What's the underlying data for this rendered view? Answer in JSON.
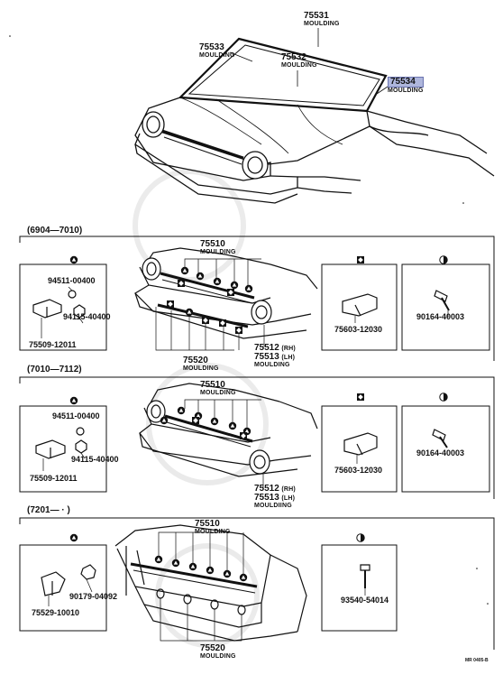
{
  "symbols": {
    "triangle": "triangle-icon",
    "square": "square-icon",
    "half_circle": "half-circle-icon"
  },
  "top": {
    "windshield_top": {
      "number": "75531",
      "name": "MOULDING"
    },
    "windshield_left": {
      "number": "75533",
      "name": "MOULDING"
    },
    "windshield_center": {
      "number": "75532",
      "name": "MOULDING"
    },
    "windshield_right": {
      "number": "75534",
      "name": "MOULDING",
      "highlight_color": "#aeb6dc"
    }
  },
  "sections": [
    {
      "title": "(6904—7010)",
      "moulding_upper": {
        "number": "75510",
        "name": "MOULDING"
      },
      "moulding_lower": {
        "number": "75520",
        "name": "MOULDING"
      },
      "side_rh": "75512",
      "side_rh_tag": "(RH)",
      "side_lh": "75513",
      "side_lh_tag": "(LH)",
      "side_name": "MOULDING",
      "clip_box": {
        "part_a": "94511-00400",
        "part_b": "94115-40400",
        "part_c": "75509-12011"
      },
      "square_box": {
        "part": "75603-12030"
      },
      "half_box": {
        "part": "90164-40003"
      }
    },
    {
      "title": "(7010—7112)",
      "moulding_upper": {
        "number": "75510",
        "name": "MOULDING"
      },
      "side_rh": "75512",
      "side_rh_tag": "(RH)",
      "side_lh": "75513",
      "side_lh_tag": "(LH)",
      "side_name": "MOULDIING",
      "clip_box": {
        "part_a": "94511-00400",
        "part_b": "94115-40400",
        "part_c": "75509-12011"
      },
      "square_box": {
        "part": "75603-12030"
      },
      "half_box": {
        "part": "90164-40003"
      }
    },
    {
      "title": "(7201— ·   )",
      "moulding_upper": {
        "number": "75510",
        "name": "MOULDING"
      },
      "moulding_lower": {
        "number": "75520",
        "name": "MOULDING"
      },
      "clip_box": {
        "part_a": "90179-04092",
        "part_c": "75529-10010"
      },
      "half_box": {
        "part": "93540-54014"
      }
    }
  ],
  "footer_ref": "MR 0405-B"
}
